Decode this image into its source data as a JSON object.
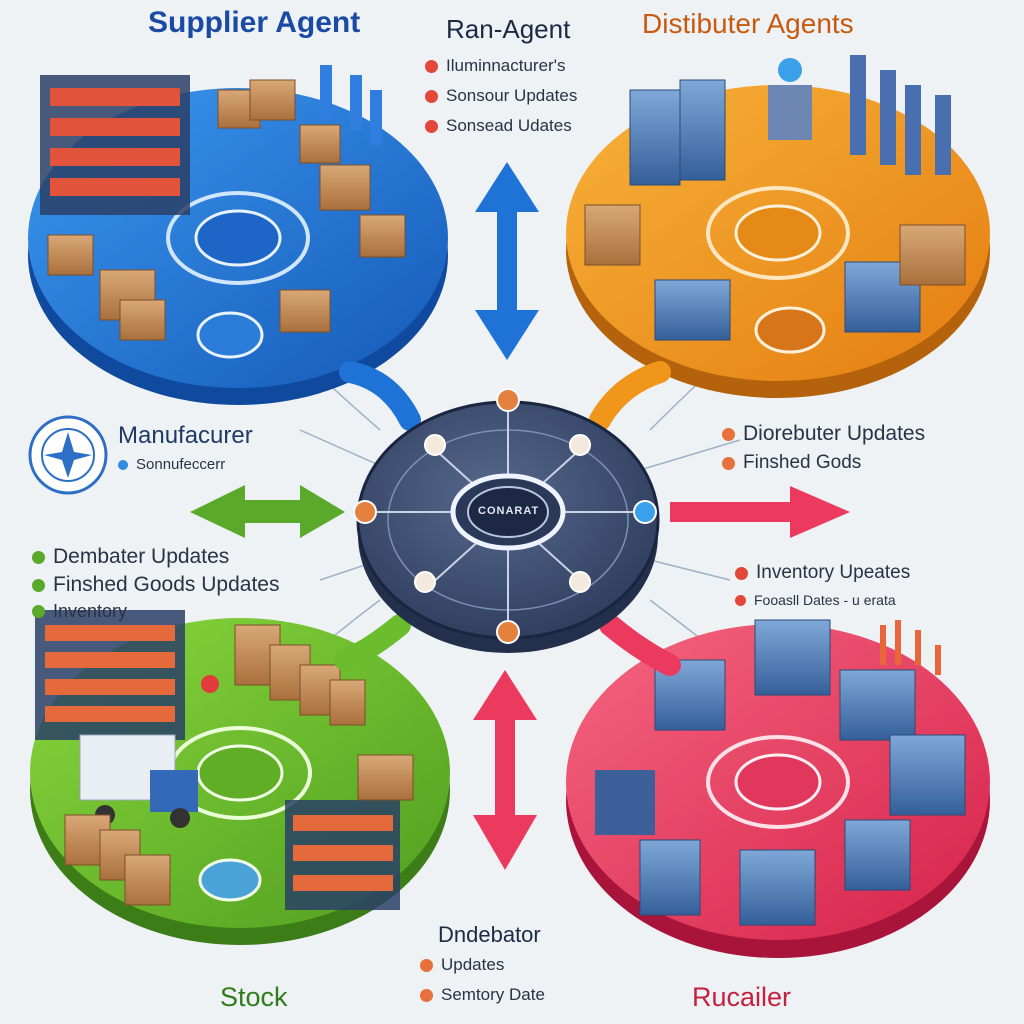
{
  "titles": {
    "supplier": "Supplier Agent",
    "center_top": "Ran-Agent",
    "distributer": "Distibuter Agents",
    "stock": "Stock",
    "retailer": "Rucailer"
  },
  "center_top_items": [
    "Iluminnacturer's",
    "Sonsour Updates",
    "Sonsead Udates"
  ],
  "manufacturer": {
    "title": "Manufacurer",
    "sub": "Sonnufeccerr"
  },
  "left_items": [
    "Dembater Updates",
    "Finshed Goods Updates",
    "Inventory"
  ],
  "right_top_items": [
    "Diorebuter Updates",
    "Finshed Gods"
  ],
  "right_mid_items": [
    "Inventory  Upeates",
    "Fooasll Dates - u erata"
  ],
  "bottom_center": {
    "title": "Dndebator",
    "items": [
      "Updates",
      "Semtory Date"
    ]
  },
  "hub_label": "CONARAT",
  "colors": {
    "supplier": "#1f73d6",
    "distributer": "#f0961a",
    "stock": "#6cbd2d",
    "retailer": "#ec3a5e",
    "hub": "#3c4c6b",
    "bullet_red": "#e2473a",
    "bullet_orange": "#e6713a",
    "bullet_green": "#5aa92b",
    "bullet_blue": "#2d8de0"
  }
}
